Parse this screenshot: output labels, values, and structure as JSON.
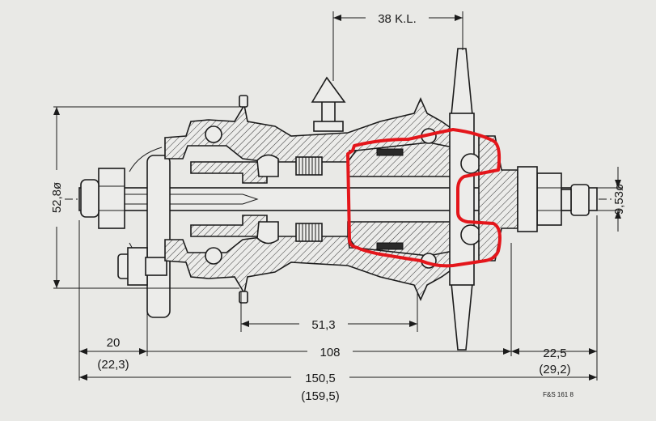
{
  "drawing": {
    "dimensions": {
      "chain_line": "38 K.L.",
      "diameter_large": "52,8ø",
      "diameter_small": "9,53ø",
      "flange_spacing": "51,3",
      "left_offset": "20",
      "left_offset_alt": "(22,3)",
      "width_center": "108",
      "right_offset": "22,5",
      "right_offset_alt": "(29,2)",
      "overall_length": "150,5",
      "overall_length_alt": "(159,5)"
    },
    "reference_code": "F&S 161 8",
    "highlight_color": "#e4161b"
  }
}
